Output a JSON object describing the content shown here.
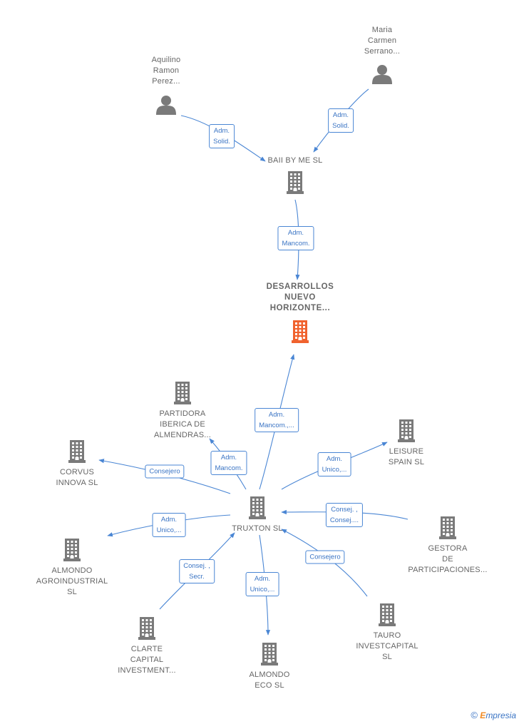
{
  "colors": {
    "edge": "#4a86d4",
    "node_icon": "#7a7a7a",
    "main_icon": "#f0622e",
    "label_text": "#666666"
  },
  "nodes": [
    {
      "id": "aquilino",
      "type": "person",
      "lines": [
        "Aquilino",
        "Ramon",
        "Perez..."
      ]
    },
    {
      "id": "maria",
      "type": "person",
      "lines": [
        "Maria",
        "Carmen",
        "Serrano..."
      ]
    },
    {
      "id": "baii",
      "type": "company",
      "lines": [
        "BAII BY ME  SL"
      ]
    },
    {
      "id": "desarrollos",
      "type": "company",
      "main": true,
      "lines": [
        "DESARROLLOS",
        "NUEVO",
        "HORIZONTE..."
      ]
    },
    {
      "id": "partidora",
      "type": "company",
      "lines": [
        "PARTIDORA",
        "IBERICA DE",
        "ALMENDRAS..."
      ]
    },
    {
      "id": "leisure",
      "type": "company",
      "lines": [
        "LEISURE",
        "SPAIN SL"
      ]
    },
    {
      "id": "corvus",
      "type": "company",
      "lines": [
        "CORVUS",
        "INNOVA  SL"
      ]
    },
    {
      "id": "truxton",
      "type": "company",
      "lines": [
        "TRUXTON SL"
      ]
    },
    {
      "id": "gestora",
      "type": "company",
      "lines": [
        "GESTORA",
        "DE",
        "PARTICIPACIONES..."
      ]
    },
    {
      "id": "almondo_agro",
      "type": "company",
      "lines": [
        "ALMONDO",
        "AGROINDUSTRIAL",
        "SL"
      ]
    },
    {
      "id": "tauro",
      "type": "company",
      "lines": [
        "TAURO",
        "INVESTCAPITAL",
        "SL"
      ]
    },
    {
      "id": "clarte",
      "type": "company",
      "lines": [
        "CLARTE",
        "CAPITAL",
        "INVESTMENT..."
      ]
    },
    {
      "id": "almondo_eco",
      "type": "company",
      "lines": [
        "ALMONDO",
        "ECO  SL"
      ]
    }
  ],
  "edges": [
    {
      "id": "e1",
      "from": "aquilino",
      "to": "baii",
      "lines": [
        "Adm.",
        "Solid."
      ]
    },
    {
      "id": "e2",
      "from": "maria",
      "to": "baii",
      "lines": [
        "Adm.",
        "Solid."
      ]
    },
    {
      "id": "e3",
      "from": "baii",
      "to": "desarrollos",
      "lines": [
        "Adm.",
        "Mancom."
      ]
    },
    {
      "id": "e4",
      "from": "truxton",
      "to": "desarrollos",
      "lines": [
        "Adm.",
        "Mancom.,..."
      ]
    },
    {
      "id": "e5",
      "from": "truxton",
      "to": "partidora",
      "lines": [
        "Adm.",
        "Mancom."
      ]
    },
    {
      "id": "e6",
      "from": "truxton",
      "to": "leisure",
      "lines": [
        "Adm.",
        "Unico,..."
      ]
    },
    {
      "id": "e7",
      "from": "truxton",
      "to": "corvus",
      "lines": [
        "Consejero"
      ]
    },
    {
      "id": "e8",
      "from": "gestora",
      "to": "truxton",
      "lines": [
        "Consej. ,",
        "Consej...."
      ]
    },
    {
      "id": "e9",
      "from": "truxton",
      "to": "almondo_agro",
      "lines": [
        "Adm.",
        "Unico,..."
      ]
    },
    {
      "id": "e10",
      "from": "tauro",
      "to": "truxton",
      "lines": [
        "Consejero"
      ]
    },
    {
      "id": "e11",
      "from": "clarte",
      "to": "truxton",
      "lines": [
        "Consej. ,",
        "Secr."
      ]
    },
    {
      "id": "e12",
      "from": "truxton",
      "to": "almondo_eco",
      "lines": [
        "Adm.",
        "Unico,..."
      ]
    }
  ],
  "brand": {
    "symbol": "©",
    "initial": "E",
    "rest": "mpresia"
  }
}
